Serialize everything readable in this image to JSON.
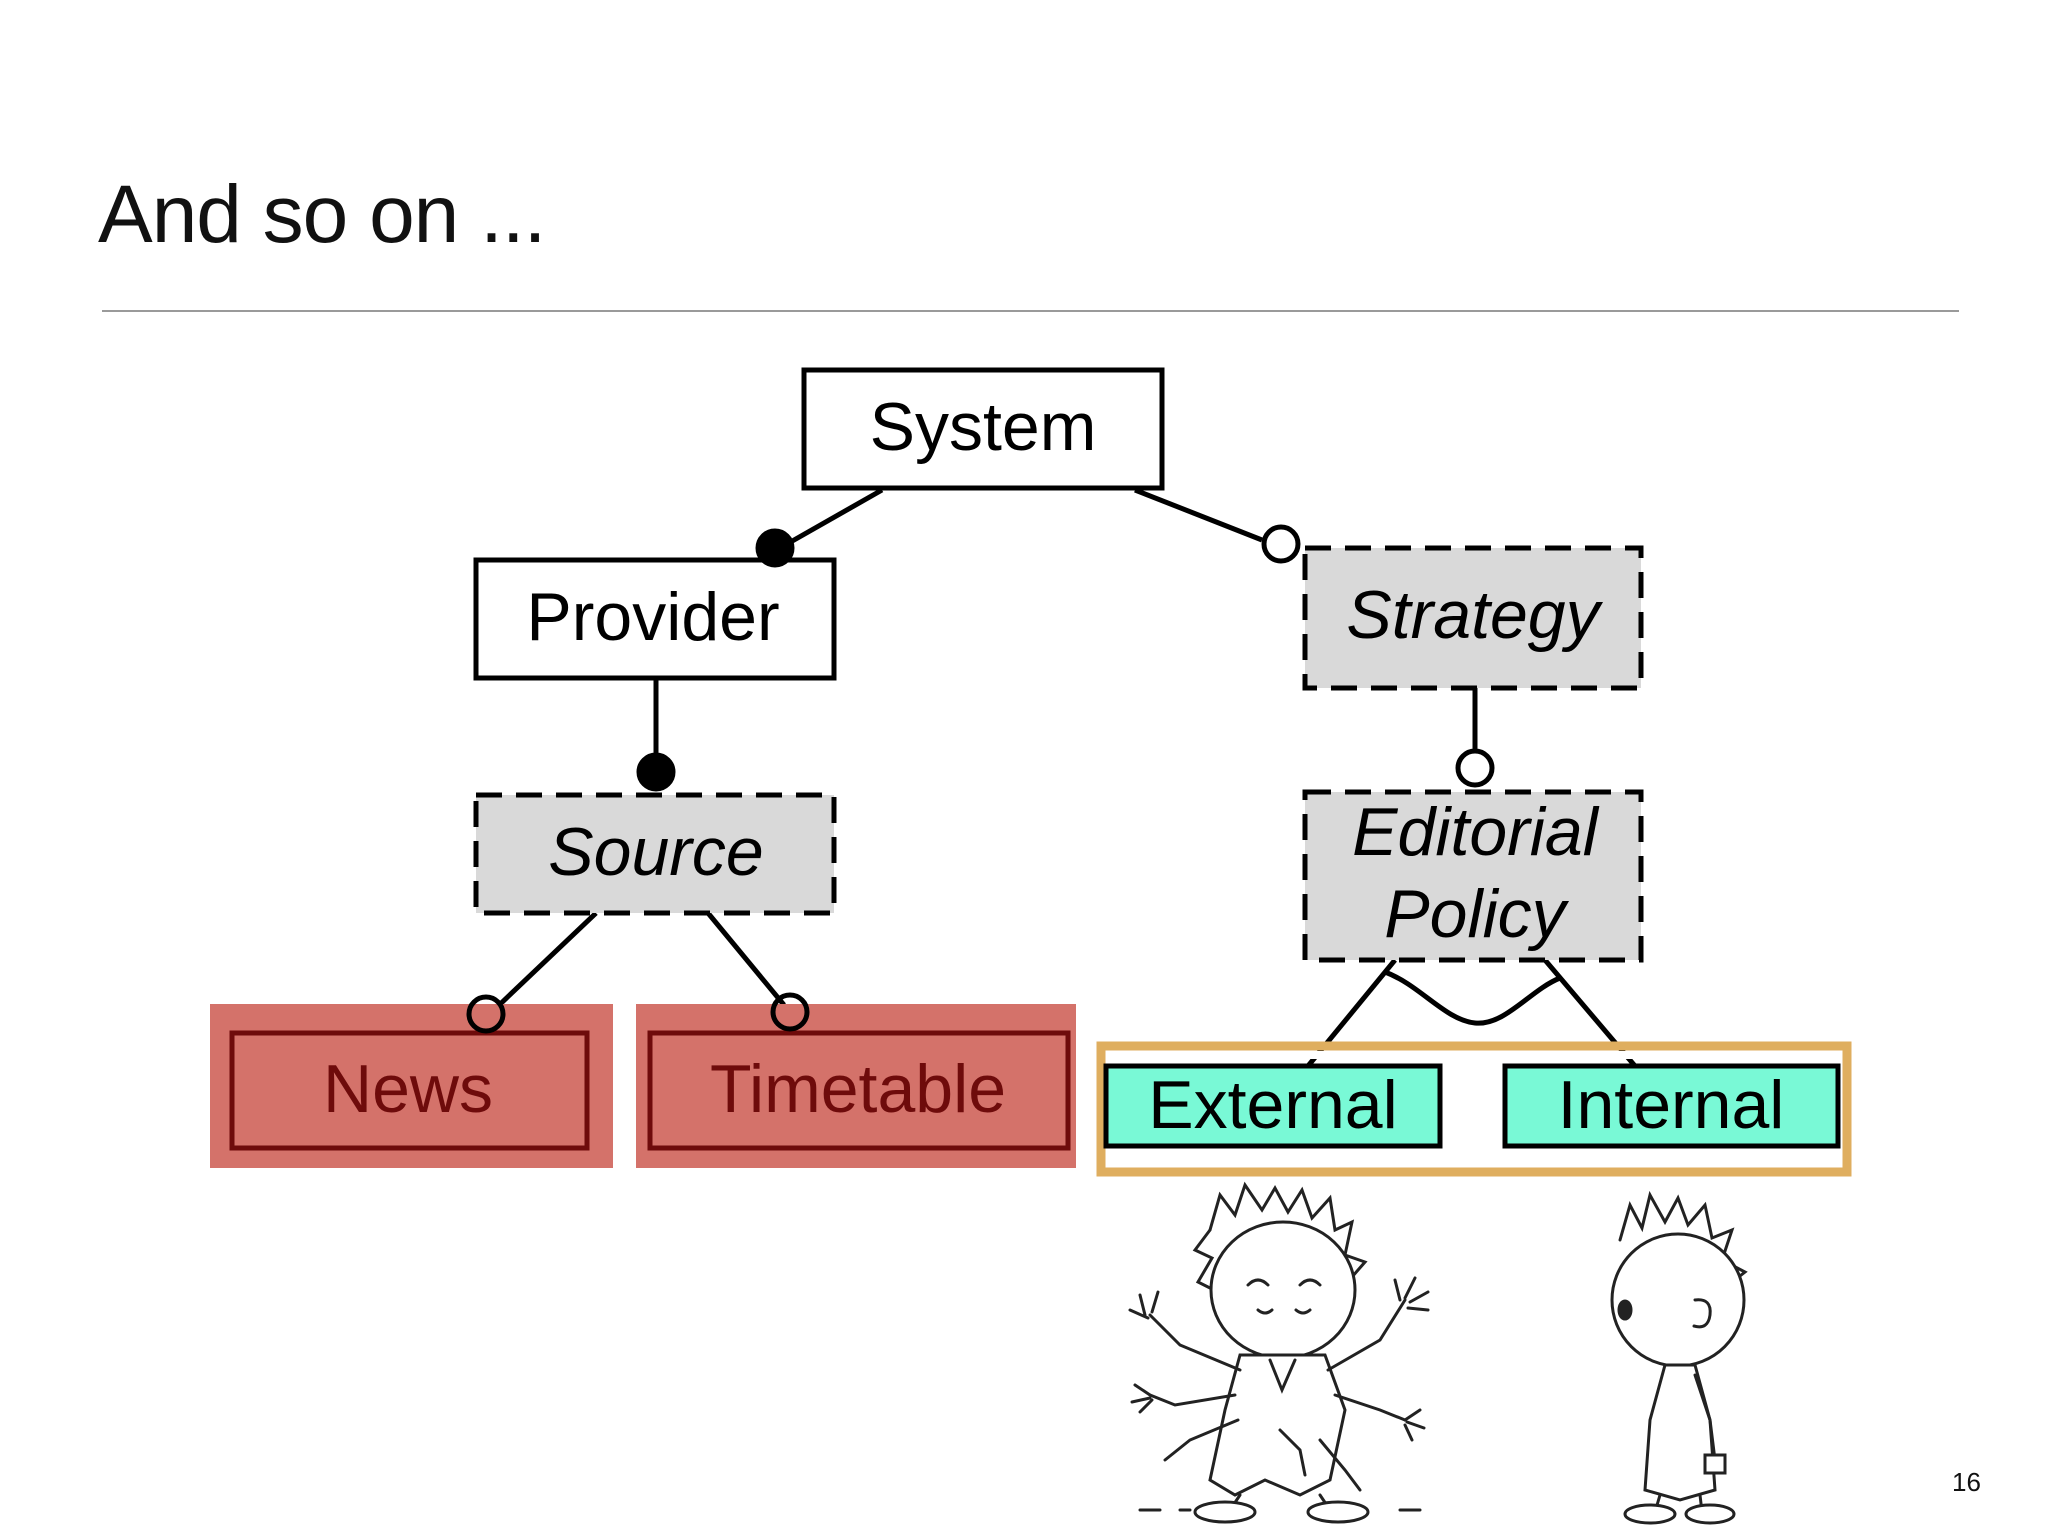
{
  "slide": {
    "title": "And so on ...",
    "page_number": "16"
  },
  "diagram": {
    "features": {
      "system": "System",
      "provider": "Provider",
      "strategy": "Strategy",
      "source": "Source",
      "editorial_policy_line1": "Editorial",
      "editorial_policy_line2": "Policy",
      "news": "News",
      "timetable": "Timetable",
      "external": "External",
      "internal": "Internal"
    },
    "colors": {
      "abstract_fill": "#d9d9d9",
      "removed_fill": "#d4726a",
      "removed_border": "#6e0b0b",
      "removed_text": "#6e0b0b",
      "selected_fill": "#79f9d6",
      "group_border": "#dfae5f"
    },
    "illustration": {
      "left": "cartoon-boy-many-arms",
      "right": "cartoon-boy-sad"
    }
  }
}
